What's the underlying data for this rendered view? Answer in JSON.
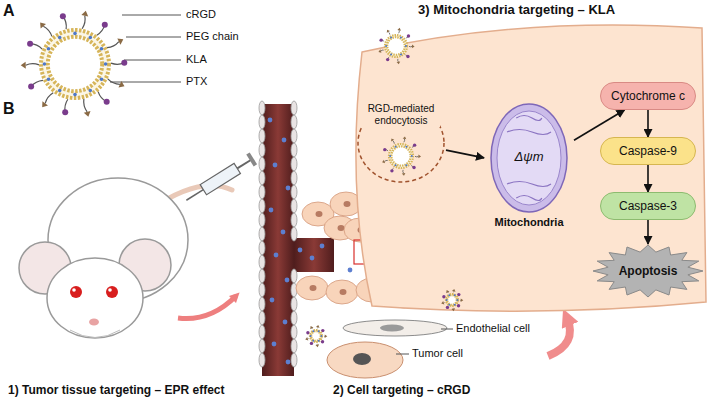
{
  "diagram": {
    "nodes": [
      {
        "text": [
          "RGD-mediated endocytosis"
        ]
      },
      {
        "text": [
          "Δψm",
          "Mitochondria"
        ]
      },
      {
        "text": [
          "Cytochrome c"
        ]
      },
      {
        "text": [
          "Caspase-9"
        ]
      },
      {
        "text": [
          "Caspase-3"
        ]
      },
      {
        "text": [
          "Apoptosis"
        ]
      }
    ],
    "edges": [
      {
        "from": 0,
        "to": 1,
        "arrow": "to"
      },
      {
        "from": 1,
        "to": 2,
        "arrow": "to"
      },
      {
        "from": 2,
        "to": 3,
        "arrow": "to"
      },
      {
        "from": 3,
        "to": 4,
        "arrow": "to"
      },
      {
        "from": 4,
        "to": 5,
        "arrow": "to"
      }
    ],
    "labels": [
      "A",
      "cRGD",
      "PEG chain",
      "KLA",
      "PTX",
      "B",
      "3) Mitochondria targeting – KLA",
      "Endothelial cell",
      "Tumor cell",
      "1) Tumor tissue targeting – EPR effect",
      "2) Cell targeting – cRGD"
    ]
  }
}
